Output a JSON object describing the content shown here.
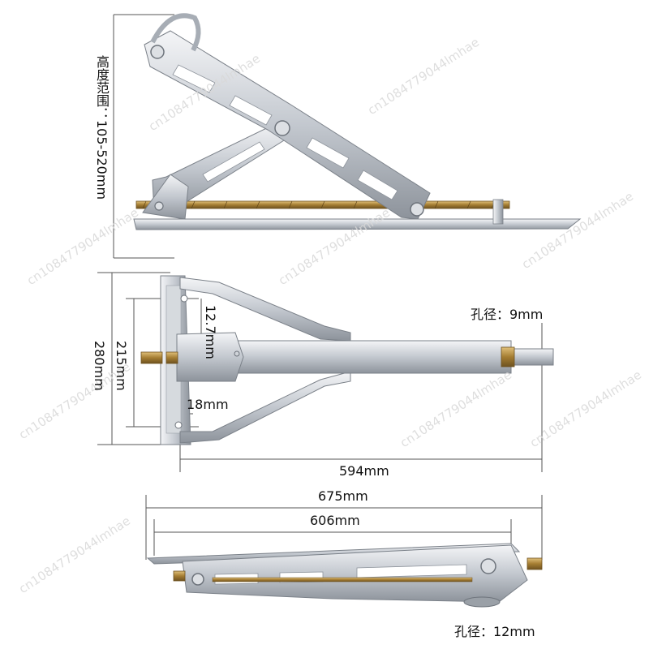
{
  "dimensions": {
    "height_range": "高度范围：105-520mm",
    "total_height": "280mm",
    "inner_height": "215mm",
    "hole_offset": "12.7mm",
    "edge_offset": "18mm",
    "top_length": "594mm",
    "hole_top": "孔径：9mm",
    "folded_length": "675mm",
    "folded_inner": "606mm",
    "hole_bottom": "孔径：12mm"
  },
  "watermark": "cn1084779044lmhae",
  "colors": {
    "metal": "#c8ccd2",
    "metal_dark": "#8e949c",
    "metal_light": "#eef0f3",
    "screw": "#b08a3c",
    "line": "#333333",
    "watermark": "#d9d9d9"
  }
}
